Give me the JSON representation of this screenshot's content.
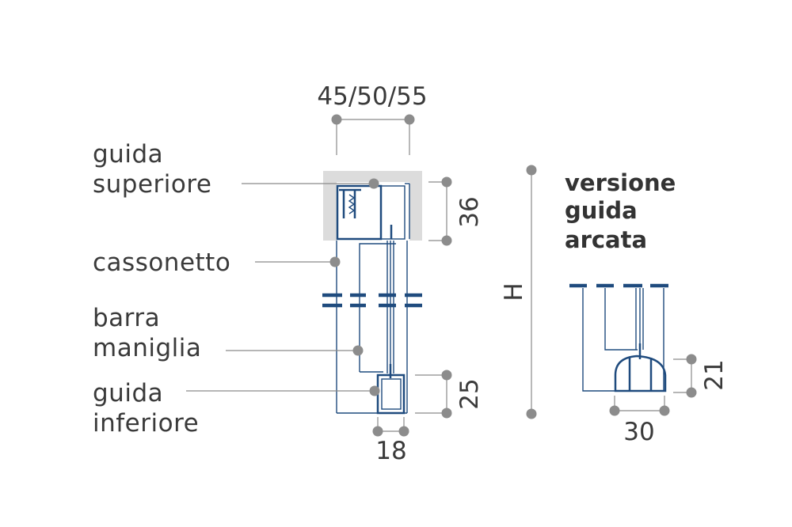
{
  "labels": {
    "guida_superiore": [
      "guida",
      "superiore"
    ],
    "cassonetto": "cassonetto",
    "barra_maniglia": [
      "barra",
      "maniglia"
    ],
    "guida_inferiore": [
      "guida",
      "inferiore"
    ]
  },
  "dimensions": {
    "top_width": "45/50/55",
    "upper_height": "36",
    "total_height": "H",
    "lower_height": "25",
    "lower_width": "18",
    "arch_height": "21",
    "arch_width": "30"
  },
  "arched_version_title": [
    "versione",
    "guida",
    "arcata"
  ],
  "colors": {
    "profile": "#1f4b7e",
    "leader": "#8a8a8a",
    "dot": "#8c8c8c",
    "housing": "#dcdcdc",
    "text": "#3a3a3a"
  }
}
